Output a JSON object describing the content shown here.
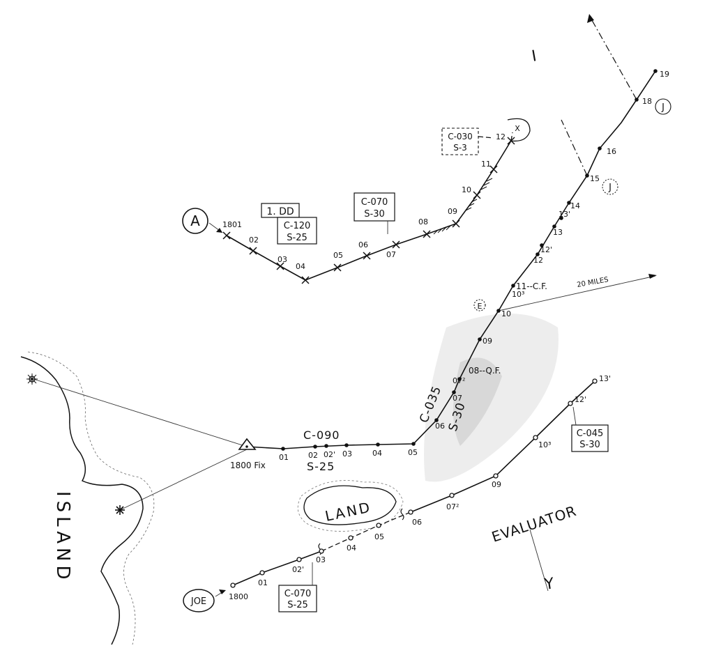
{
  "labels": {
    "island": "ISLAND",
    "land": "LAND",
    "evaluator": "EVALUATOR",
    "fix_1800": "1800 Fix",
    "miles_20": "20 MILES",
    "qf": "08--Q.F.",
    "cf": "11--C.F.",
    "c090": "C-090",
    "s25_main": "S-25",
    "c035": "C-035",
    "s30_main": "S-30",
    "marker_e": "E",
    "marker_i": "I",
    "marker_y": "Y"
  },
  "contacts": {
    "A": "A",
    "J_upper": "J",
    "J_lower": "J",
    "X": "X",
    "JOE": "JOE"
  },
  "boxes": {
    "a_1dd": "1. DD",
    "a_course1": "C-120",
    "a_speed1": "S-25",
    "a_course2": "C-070",
    "a_speed2": "S-30",
    "a_course3": "C-030",
    "a_speed3": "S-3",
    "joe_course1": "C-070",
    "joe_speed1": "S-25",
    "joe_course2": "C-045",
    "joe_speed2": "S-30"
  },
  "track_a_times": [
    "1801",
    "02",
    "03",
    "04",
    "05",
    "06",
    "07",
    "08",
    "09",
    "10",
    "11",
    "12"
  ],
  "evaluator_times": [
    "01",
    "02",
    "02'",
    "03",
    "04",
    "05",
    "06",
    "07",
    "07²",
    "09",
    "10",
    "10³",
    "12",
    "12'",
    "13",
    "13'",
    "14",
    "15",
    "16",
    "18",
    "19"
  ],
  "joe_times": [
    "1800",
    "01",
    "02'",
    "03",
    "04",
    "05",
    "06",
    "07²",
    "09",
    "10³",
    "12'",
    "13'"
  ]
}
